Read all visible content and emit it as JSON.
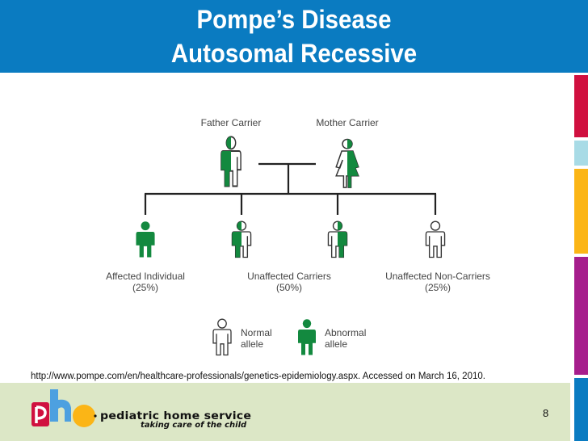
{
  "slide": {
    "title_line1": "Pompe’s Disease",
    "title_line2": "Autosomal Recessive",
    "page_number": "8",
    "citation": "http://www.pompe.com/en/healthcare-professionals/genetics-epidemiology.aspx. Accessed on March 16, 2010."
  },
  "colors": {
    "header": "#0a7bc1",
    "allele_abnormal": "#13893f",
    "footer": "#dce7c6",
    "side_bars": [
      "#d0103f",
      "#a8dbe6",
      "#fbb516",
      "#a61e8c",
      "#0a7bc1"
    ]
  },
  "pedigree": {
    "parents": [
      {
        "label": "Father Carrier",
        "sex": "male",
        "status": "carrier"
      },
      {
        "label": "Mother Carrier",
        "sex": "female",
        "status": "carrier"
      }
    ],
    "children": [
      {
        "status": "affected"
      },
      {
        "status": "carrier-left"
      },
      {
        "status": "carrier-right"
      },
      {
        "status": "normal"
      }
    ],
    "groups": [
      {
        "label": "Affected Individual",
        "percent": "(25%)"
      },
      {
        "label": "Unaffected Carriers",
        "percent": "(50%)"
      },
      {
        "label": "Unaffected Non-Carriers",
        "percent": "(25%)"
      }
    ]
  },
  "legend": [
    {
      "line1": "Normal",
      "line2": "allele",
      "icon": "normal-person-icon"
    },
    {
      "line1": "Abnormal",
      "line2": "allele",
      "icon": "abnormal-person-icon"
    }
  ],
  "logo": {
    "letters": "phs",
    "name": "pediatric home service",
    "tagline": "taking care of the child"
  }
}
